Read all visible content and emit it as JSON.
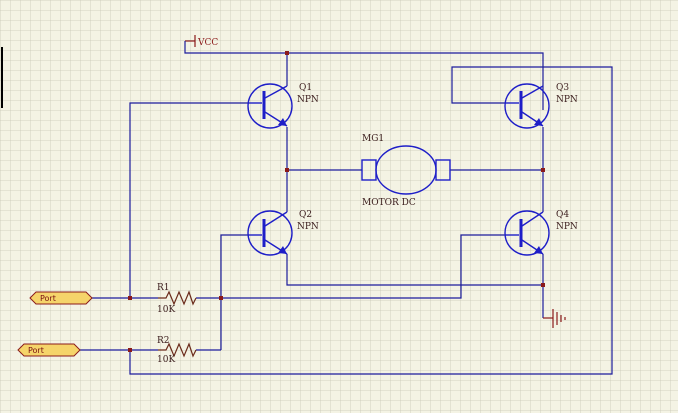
{
  "power": {
    "vcc": "VCC"
  },
  "ports": [
    {
      "id": "port1",
      "label": "Port"
    },
    {
      "id": "port2",
      "label": "Port"
    }
  ],
  "resistors": [
    {
      "designator": "R1",
      "value": "10K"
    },
    {
      "designator": "R2",
      "value": "10K"
    }
  ],
  "transistors": [
    {
      "designator": "Q1",
      "type": "NPN"
    },
    {
      "designator": "Q2",
      "type": "NPN"
    },
    {
      "designator": "Q3",
      "type": "NPN"
    },
    {
      "designator": "Q4",
      "type": "NPN"
    }
  ],
  "motor": {
    "designator": "MG1",
    "value": "MOTOR DC"
  },
  "colors": {
    "background": "#f4f3e4",
    "grid": "#c9c9b8",
    "wire": "#1c1c9c",
    "component": "#1e1ec8",
    "power": "#8b1a1a",
    "port_fill": "#f5d46a"
  }
}
